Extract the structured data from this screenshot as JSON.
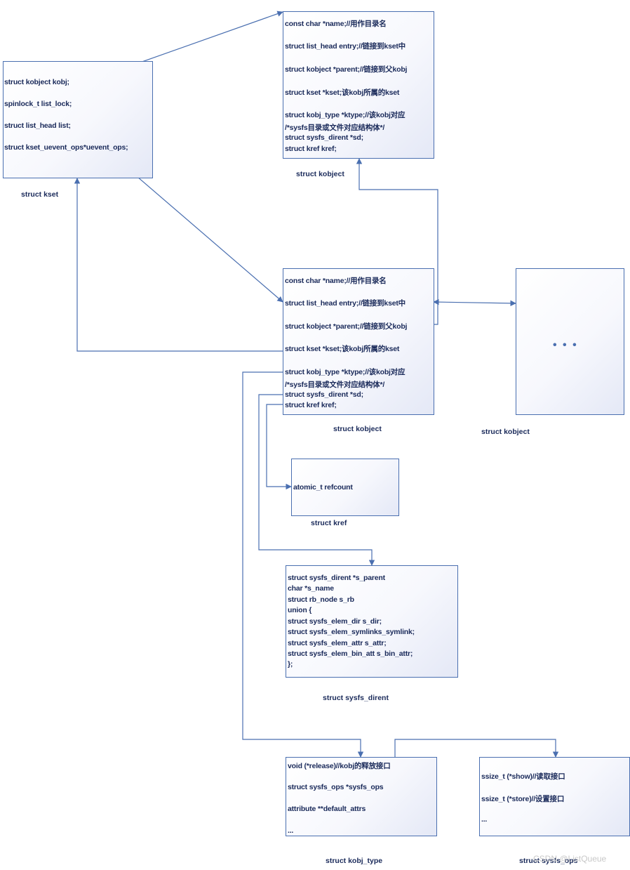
{
  "kset": {
    "fields": [
      "struct kobject kobj;",
      "spinlock_t list_lock;",
      "struct list_head list;",
      "struct  kset_uevent_ops*uevent_ops;"
    ],
    "caption": "struct kset"
  },
  "kobject_parent": {
    "fields": [
      "const char *name;//用作目录名",
      "struct list_head    entry;//链接到kset中",
      "struct kobject *parent;//链接到父kobj",
      "struct kset *kset;该kobj所属的kset",
      "struct kobj_type  *ktype;//该kobj对应",
      "/*sysfs目录或文件对应结构体*/",
      "struct sysfs_dirent *sd;",
      "struct kref kref;"
    ],
    "caption": "struct kobject"
  },
  "kobject_main": {
    "fields": [
      "const char *name;//用作目录名",
      "struct list_head    entry;//链接到kset中",
      "struct kobject *parent;//链接到父kobj",
      "struct kset *kset;该kobj所属的kset",
      "struct kobj_type  *ktype;//该kobj对应",
      "/*sysfs目录或文件对应结构体*/",
      "struct sysfs_dirent *sd;",
      "struct kref kref;"
    ],
    "caption": "struct kobject"
  },
  "kobject_sibling": {
    "ellipsis": "• • •",
    "caption": "struct kobject"
  },
  "kref": {
    "fields": [
      "atomic_t refcount"
    ],
    "caption": "struct kref"
  },
  "sysfs_dirent": {
    "fields": [
      "struct sysfs_dirent *s_parent",
      "char *s_name",
      "struct rb_node s_rb",
      "union {",
      "struct sysfs_elem_dir s_dir;",
      "struct sysfs_elem_symlinks_symlink;",
      "struct sysfs_elem_attr s_attr;",
      "struct sysfs_elem_bin_att s_bin_attr;",
      "};"
    ],
    "caption": "struct sysfs_dirent"
  },
  "kobj_type": {
    "fields": [
      "void (*release)//kobj的释放接口",
      "struct sysfs_ops *sysfs_ops",
      "attribute **default_attrs",
      "..."
    ],
    "caption": "struct kobj_type"
  },
  "sysfs_ops": {
    "fields": [
      "ssize_t    (*show)//读取接口",
      "ssize_t    (*store)//设置接口",
      "..."
    ],
    "caption": "struct sysfs_ops"
  },
  "watermark": "CSDN @ListQueue",
  "colors": {
    "line": "#4a6fb0",
    "text": "#1a2a5a",
    "box_border": "#4a6fb0"
  }
}
